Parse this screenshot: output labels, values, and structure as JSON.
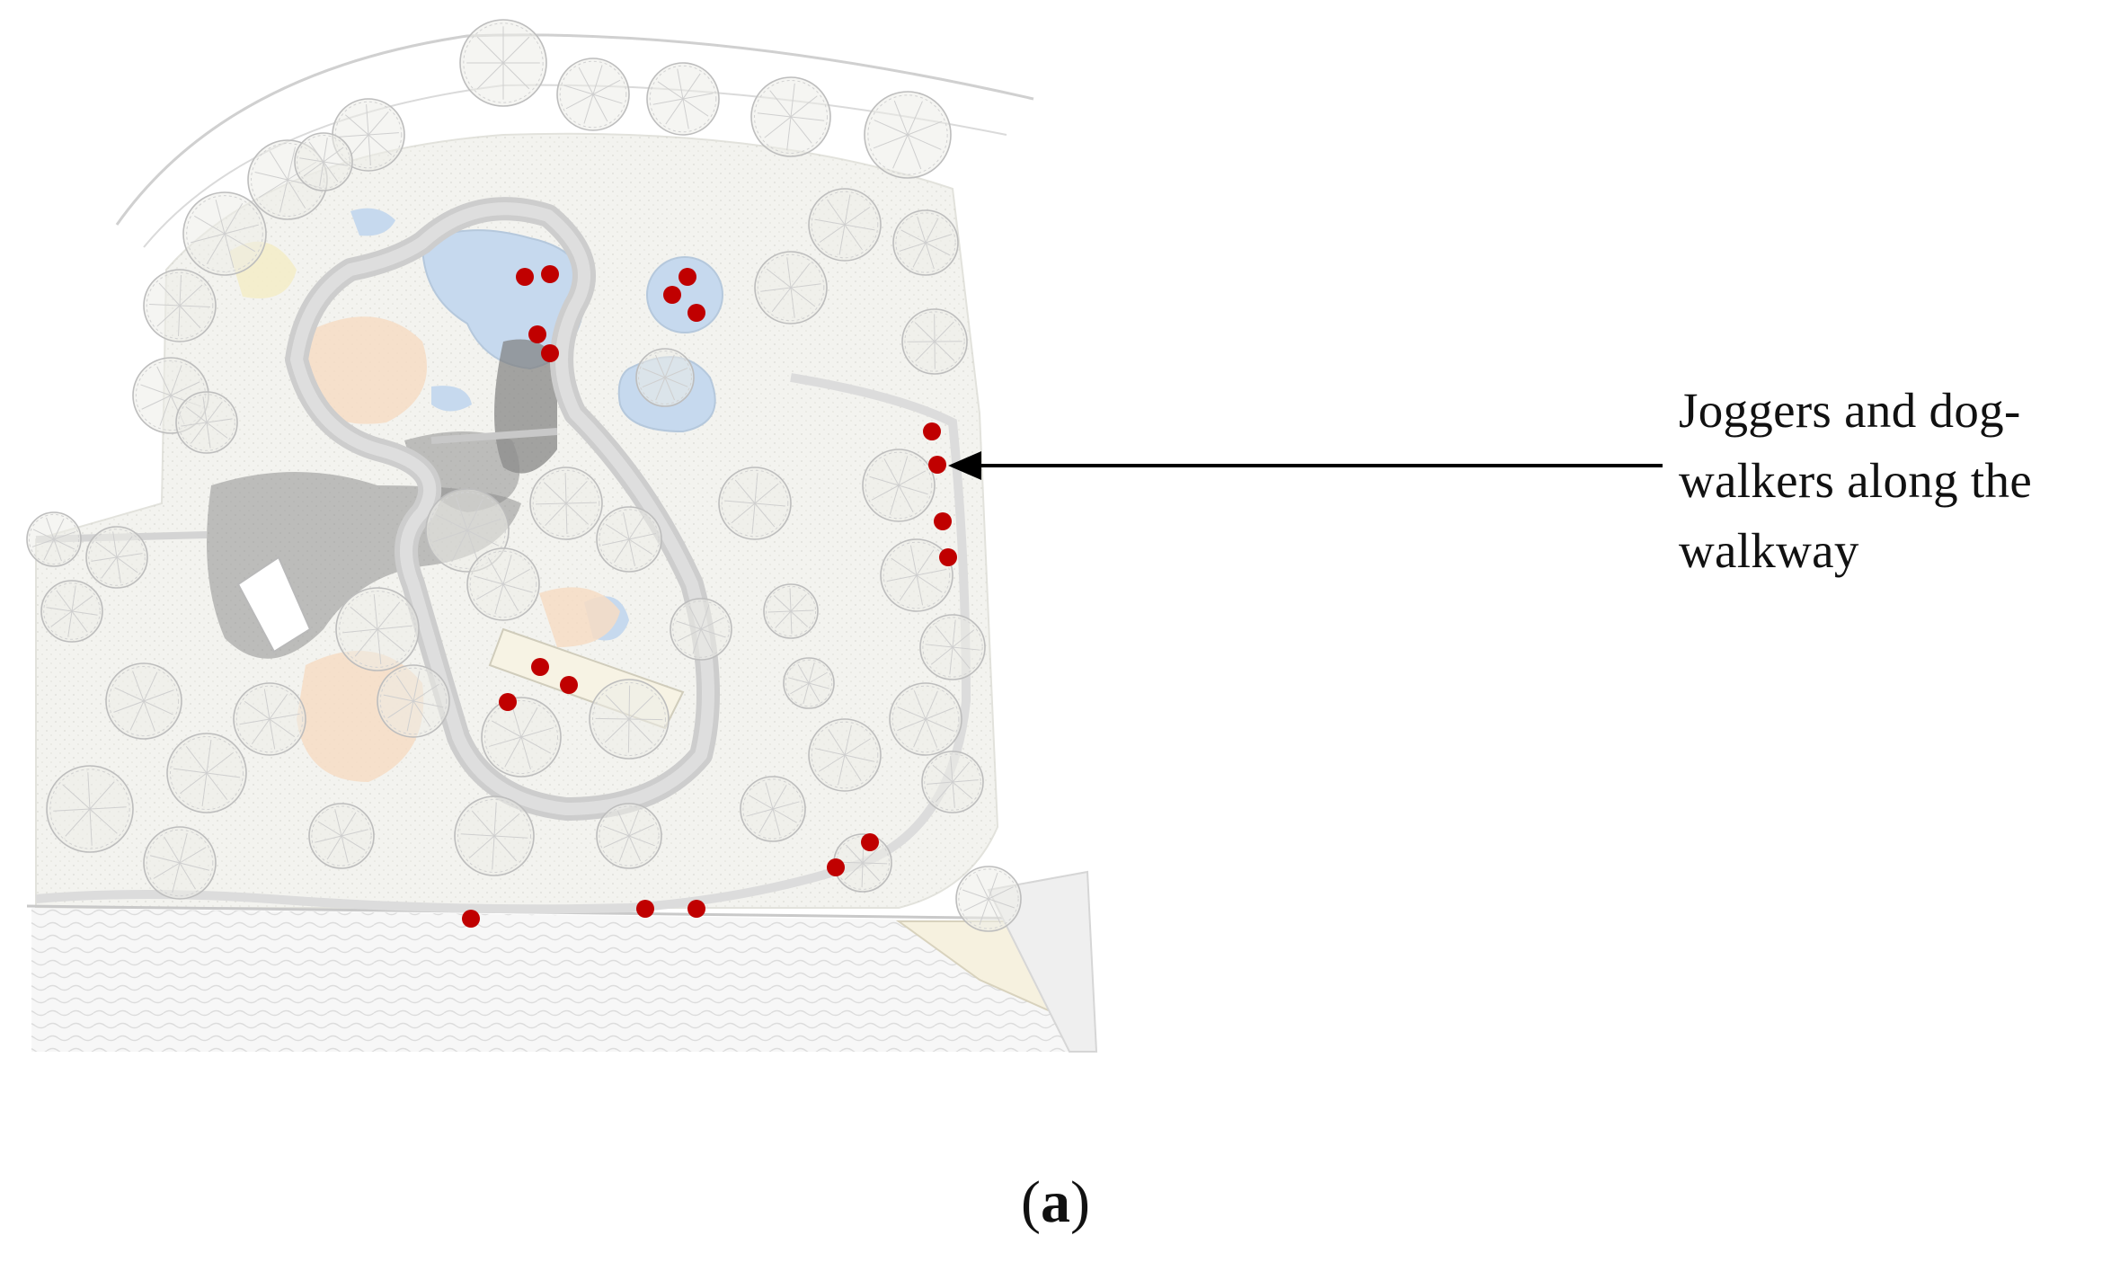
{
  "annotation": {
    "lines": [
      "Joggers and dog-",
      "walkers along the",
      "walkway"
    ]
  },
  "caption": {
    "open": "(",
    "label": "a",
    "close": ")"
  },
  "colors": {
    "observation_dot": "#c00000",
    "arrow": "#000000",
    "pond": "#c6d9ee",
    "path": "#d4d4d4",
    "paved_dark": "#9a9a9a",
    "sand": "#f6dcc4",
    "tree_outline": "#bdbdbd",
    "ground": "#f4f4f0"
  },
  "legend_icons": [
    "tree-canopy-icon",
    "observation-dot-icon"
  ]
}
